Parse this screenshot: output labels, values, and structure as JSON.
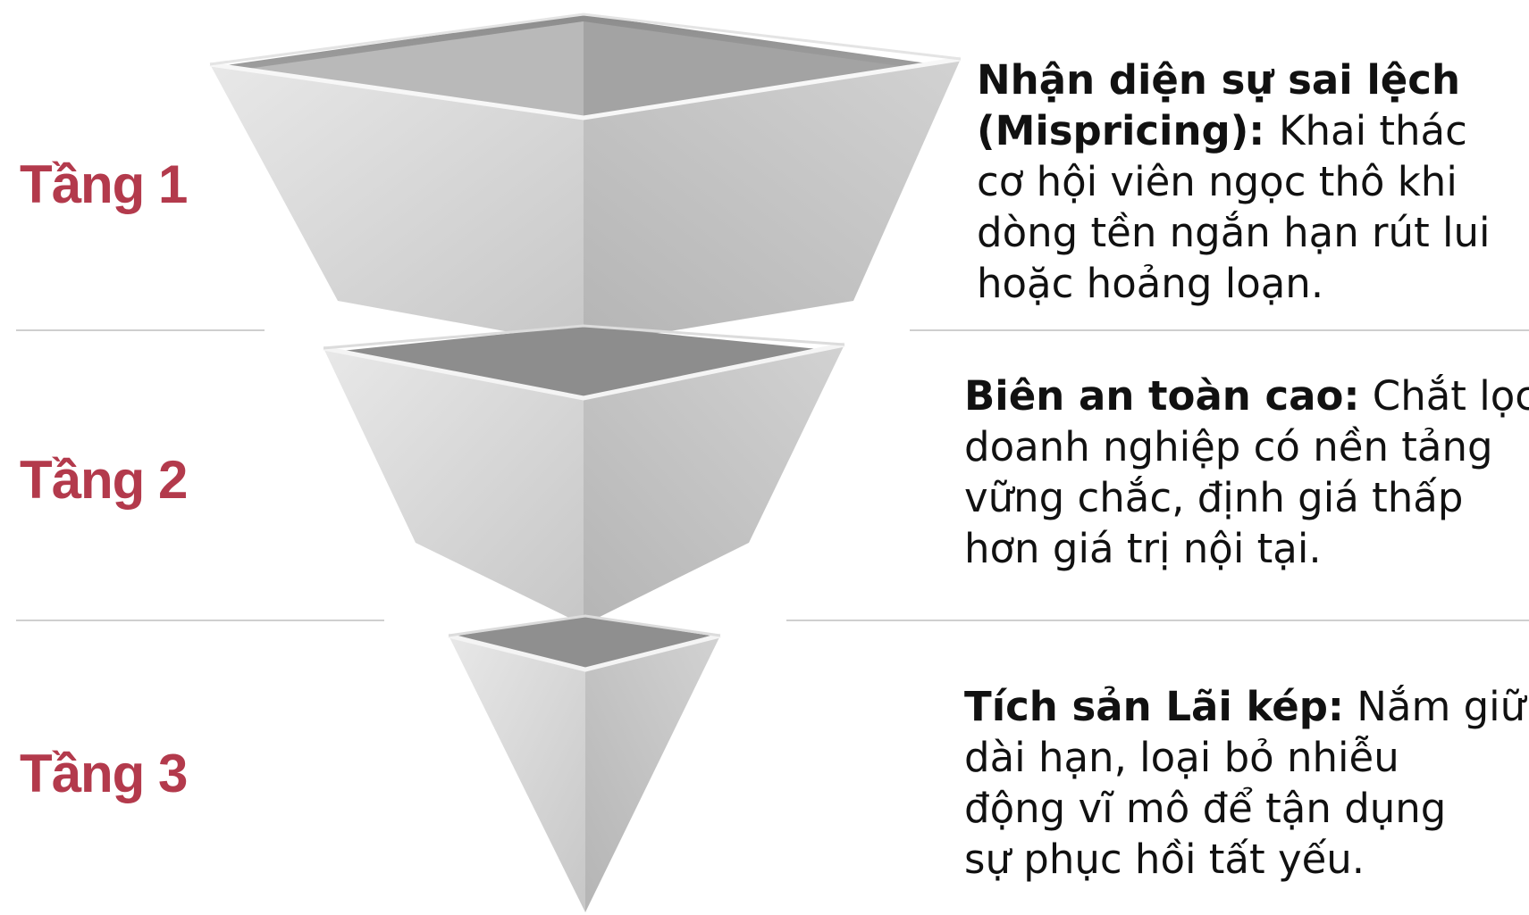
{
  "colors": {
    "label": "#b33a4c",
    "text": "#111111",
    "divider": "#cfcfcf"
  },
  "tiers": [
    {
      "label": "Tầng 1",
      "heading": "Nhận diện sự sai lệch (Mispricing):",
      "lines": [
        "Nhận diện sự sai lệch",
        "(Mispricing): Khai thác",
        "cơ hội viên ngọc thô khi",
        "dòng tền ngắn hạn rút lui",
        "hoặc hoảng loạn."
      ]
    },
    {
      "label": "Tầng 2",
      "heading": "Biên an toàn cao:",
      "lines": [
        "Biên an toàn cao: Chắt lọc",
        "doanh nghiệp có nền tảng",
        "vững chắc, định giá thấp",
        "hơn giá trị nội tại."
      ]
    },
    {
      "label": "Tầng 3",
      "heading": "Tích sản Lãi kép:",
      "lines": [
        "Tích sản Lãi kép: Nắm giữ",
        "dài hạn, loại bỏ nhiễu",
        "động vĩ mô để tận dụng",
        "sự phục hồi tất yếu."
      ]
    }
  ]
}
